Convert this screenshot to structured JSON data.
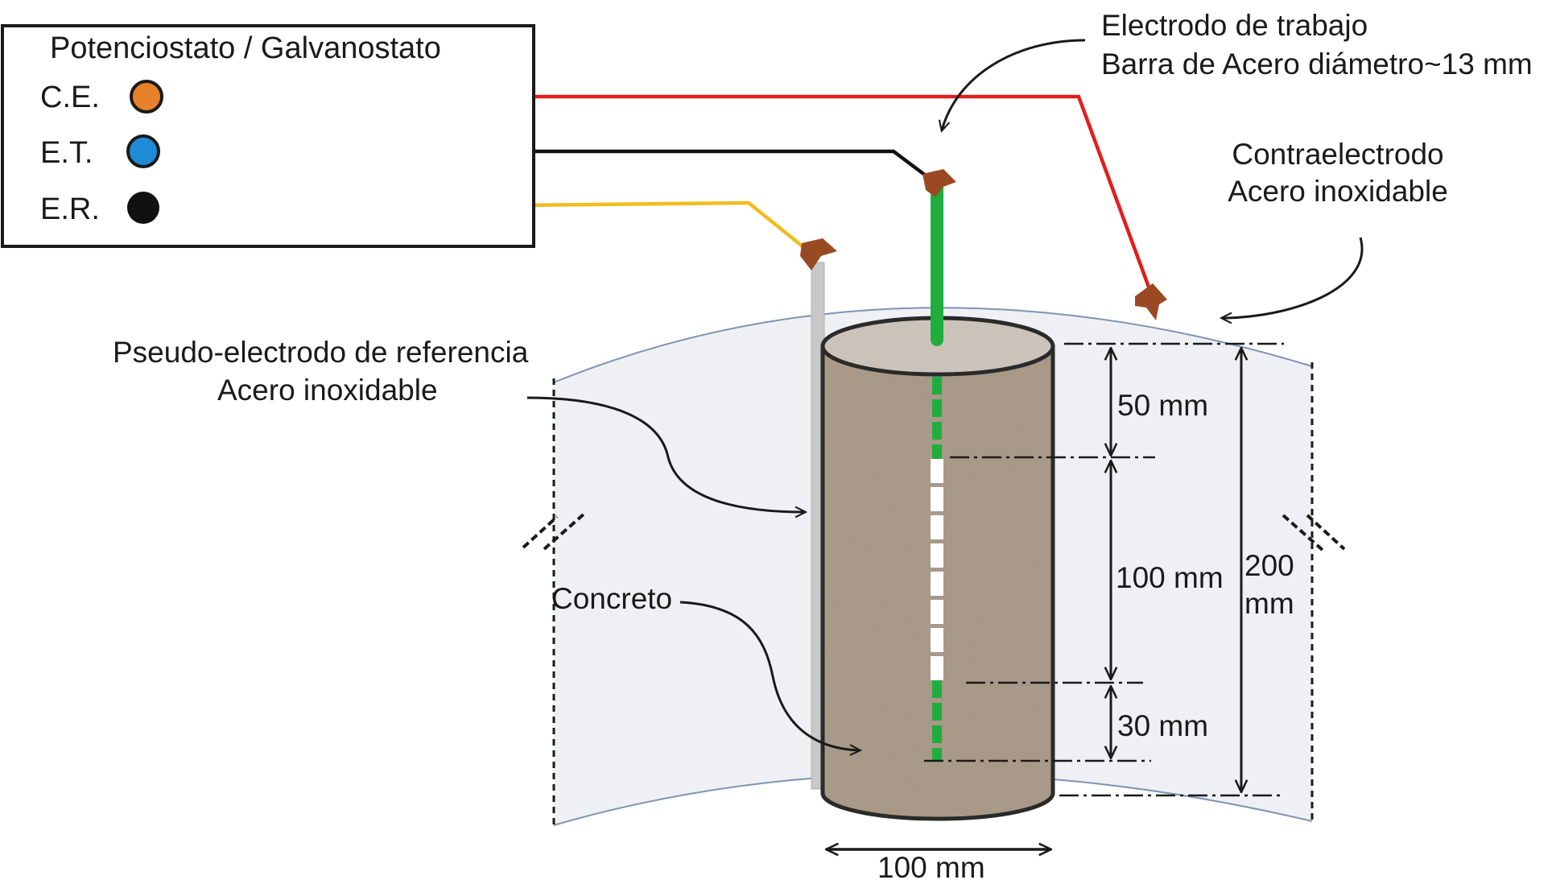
{
  "instrument": {
    "title": "Potenciostato / Galvanostato",
    "terminals": [
      {
        "label": "C.E.",
        "color": "#e8812a",
        "wire_color": "#e31d1d"
      },
      {
        "label": "E.T.",
        "color": "#1e8bd6",
        "wire_color": "#111111"
      },
      {
        "label": "E.R.",
        "color": "#111111",
        "wire_color": "#f0bd1e"
      }
    ]
  },
  "labels": {
    "working_electrode_line1": "Electrodo de trabajo",
    "working_electrode_line2": "Barra de Acero diámetro~13 mm",
    "counter_electrode_line1": "Contraelectrodo",
    "counter_electrode_line2": "Acero inoxidable",
    "reference_line1": "Pseudo-electrodo de referencia",
    "reference_line2": "Acero inoxidable",
    "concrete": "Concreto"
  },
  "dimensions": {
    "top_cover": "50 mm",
    "exposed_length": "100 mm",
    "bottom_cover": "30 mm",
    "height_value": "200",
    "height_unit": "mm",
    "diameter": "100 mm"
  },
  "colors": {
    "working_bar": "#1fae3e",
    "reference_rod": "#c8c8c8",
    "clip": "#9a4a22",
    "concrete": "#a89683",
    "frame": "#2a2a2a"
  }
}
